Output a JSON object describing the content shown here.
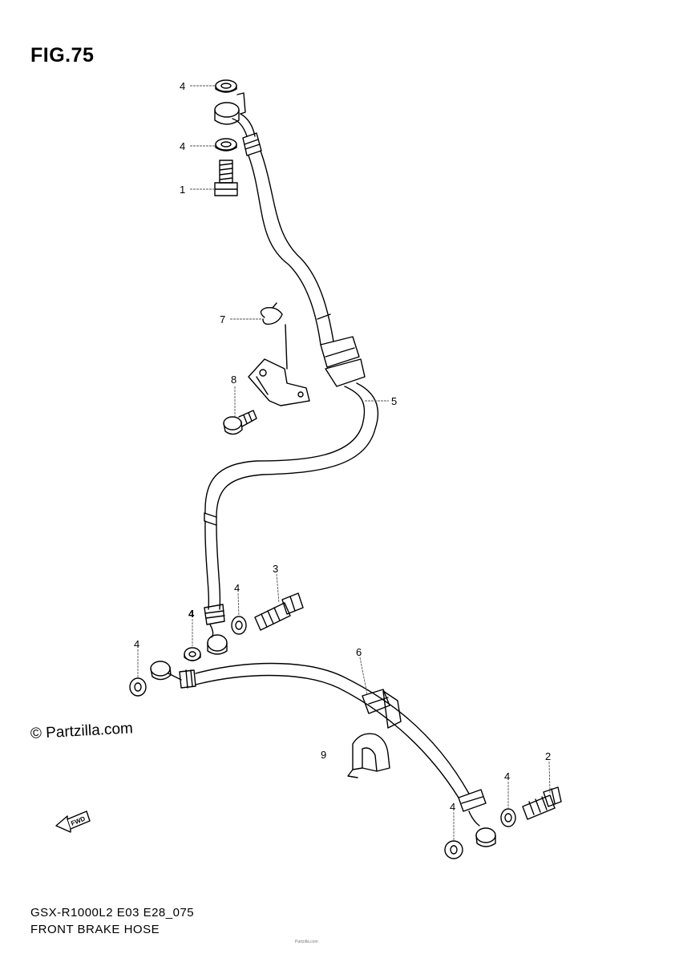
{
  "figure": {
    "title": "FIG.75",
    "watermark": "© Partzilla.com",
    "code": "GSX-R1000L2 E03 E28_075",
    "name": "FRONT BRAKE HOSE",
    "tiny_text": "Partzilla.com"
  },
  "callouts": [
    {
      "id": "4a",
      "text": "4"
    },
    {
      "id": "4b",
      "text": "4"
    },
    {
      "id": "1",
      "text": "1"
    },
    {
      "id": "7",
      "text": "7"
    },
    {
      "id": "8",
      "text": "8"
    },
    {
      "id": "5",
      "text": "5"
    },
    {
      "id": "3",
      "text": "3"
    },
    {
      "id": "4c",
      "text": "4"
    },
    {
      "id": "4d",
      "text": "4"
    },
    {
      "id": "4e",
      "text": "4"
    },
    {
      "id": "6",
      "text": "6"
    },
    {
      "id": "9",
      "text": "9"
    },
    {
      "id": "2",
      "text": "2"
    },
    {
      "id": "4f",
      "text": "4"
    },
    {
      "id": "4g",
      "text": "4"
    }
  ],
  "fwd_label": "FWD"
}
